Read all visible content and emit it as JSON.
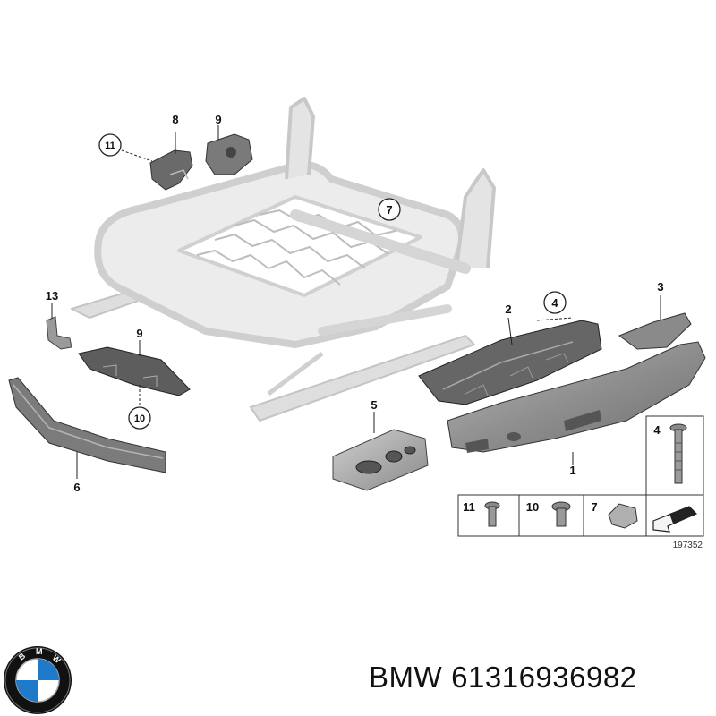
{
  "diagram": {
    "part_labels": {
      "p1": "1",
      "p2": "2",
      "p3": "3",
      "p4": "4",
      "p5": "5",
      "p6": "6",
      "p7": "7",
      "p8": "8",
      "p9a": "9",
      "p9b": "9",
      "p10": "10",
      "p11": "11",
      "p13": "13"
    },
    "legend": {
      "cell_4": "4",
      "cell_11": "11",
      "cell_10": "10",
      "cell_7": "7"
    },
    "reference_number": "197352"
  },
  "footer": {
    "brand": "BMW",
    "part_number": "61316936982",
    "logo_letters": "BMW"
  },
  "colors": {
    "frame_gray": "#d3d3d3",
    "part_gray": "#8e8e8e",
    "part_dark": "#5a5a5a",
    "logo_blue": "#1f7ac9",
    "logo_ring": "#111111"
  }
}
